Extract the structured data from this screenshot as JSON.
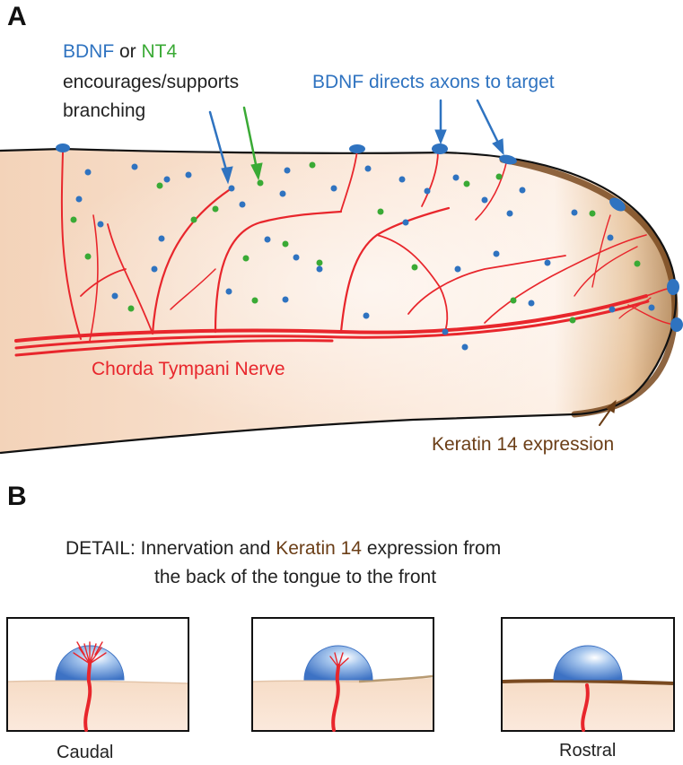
{
  "panel_a": {
    "letter": "A",
    "bdnf_word": "BDNF",
    "or_word": " or ",
    "nt4_word": "NT4",
    "branching_line1": "encourages/supports",
    "branching_line2": "branching",
    "directs_label": "BDNF directs axons to target",
    "nerve_label": "Chorda Tympani Nerve",
    "keratin_label": "Keratin 14 expression"
  },
  "panel_b": {
    "letter": "B",
    "detail_prefix": "DETAIL: Innervation and ",
    "detail_keratin": "Keratin 14",
    "detail_suffix": " expression from",
    "detail_line2": "the back of the tongue to the front",
    "caption_left": "Caudal",
    "caption_right": "Rostral"
  },
  "colors": {
    "bdnf": "#2f73c0",
    "nt4": "#3aaa35",
    "nerve": "#e8262c",
    "keratin": "#6b3e17",
    "tongue": "#f6d9c2"
  }
}
